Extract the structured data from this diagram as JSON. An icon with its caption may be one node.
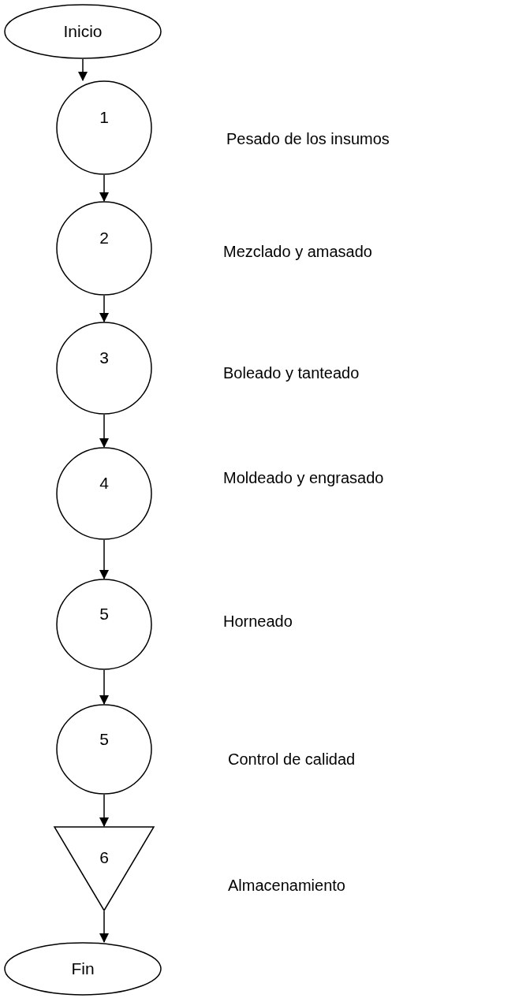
{
  "diagram": {
    "nodes": [
      {
        "text": [
          "Inicio"
        ]
      },
      {
        "text": [
          "1"
        ]
      },
      {
        "text": [
          "2"
        ]
      },
      {
        "text": [
          "3"
        ]
      },
      {
        "text": [
          "4"
        ]
      },
      {
        "text": [
          "5"
        ]
      },
      {
        "text": [
          "5"
        ]
      },
      {
        "text": [
          "6"
        ]
      },
      {
        "text": [
          "Fin"
        ]
      }
    ],
    "edges": [
      {
        "from": 0,
        "to": 1,
        "arrow": "to"
      },
      {
        "from": 1,
        "to": 2,
        "arrow": "to"
      },
      {
        "from": 2,
        "to": 3,
        "arrow": "to"
      },
      {
        "from": 3,
        "to": 4,
        "arrow": "to"
      },
      {
        "from": 4,
        "to": 5,
        "arrow": "to"
      },
      {
        "from": 5,
        "to": 6,
        "arrow": "to"
      },
      {
        "from": 6,
        "to": 7,
        "arrow": "to"
      },
      {
        "from": 7,
        "to": 8,
        "arrow": "to"
      }
    ],
    "labels": [
      "Pesado de los insumos",
      "Mezclado y amasado",
      "Boleado y tanteado",
      "Moldeado y engrasado",
      "Horneado",
      "Control de calidad",
      "Almacenamiento"
    ]
  }
}
